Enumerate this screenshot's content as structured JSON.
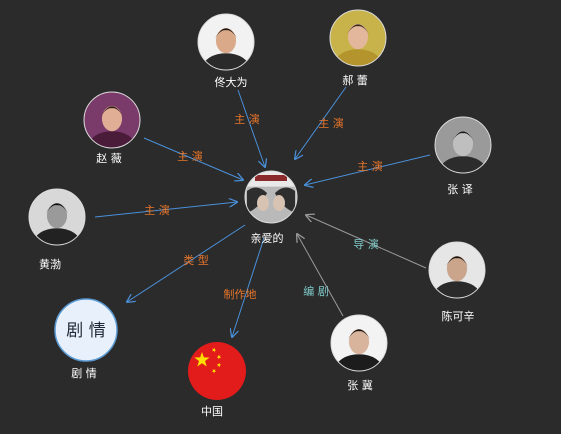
{
  "colors": {
    "background": "#2b2b2b",
    "edge_blue": "#4a90d9",
    "edge_gray": "#9a9a9a",
    "label_orange": "#e8762b",
    "label_teal": "#7ec8c8",
    "genre_fill": "#e8f1fb",
    "genre_stroke": "#5b9bd5",
    "flag_red": "#e21b1b",
    "flag_star": "#ffde00"
  },
  "center": {
    "label": "亲爱的",
    "icon": "movie-poster-avatar"
  },
  "nodes": [
    {
      "id": "tongdawei",
      "label": "佟大为",
      "kind": "person",
      "icon": "person-avatar"
    },
    {
      "id": "haolei",
      "label": "郝 蕾",
      "kind": "person",
      "icon": "person-avatar"
    },
    {
      "id": "zhaowei",
      "label": "赵 薇",
      "kind": "person",
      "icon": "person-avatar"
    },
    {
      "id": "zhangyi",
      "label": "张 译",
      "kind": "person",
      "icon": "person-avatar"
    },
    {
      "id": "huangbo",
      "label": "黄渤",
      "kind": "person",
      "icon": "person-avatar"
    },
    {
      "id": "chenkexin",
      "label": "陈可辛",
      "kind": "person",
      "icon": "person-avatar"
    },
    {
      "id": "genre",
      "label": "剧 情",
      "kind": "genre",
      "inner_text": "剧 情"
    },
    {
      "id": "zhangji",
      "label": "张 冀",
      "kind": "person",
      "icon": "person-avatar"
    },
    {
      "id": "china",
      "label": "中国",
      "kind": "country",
      "icon": "china-flag-icon"
    }
  ],
  "edges": [
    {
      "from": "tongdawei",
      "to": "center",
      "label": "主 演",
      "label_color": "orange",
      "line": "blue"
    },
    {
      "from": "haolei",
      "to": "center",
      "label": "主 演",
      "label_color": "orange",
      "line": "blue"
    },
    {
      "from": "zhaowei",
      "to": "center",
      "label": "主 演",
      "label_color": "orange",
      "line": "blue"
    },
    {
      "from": "zhangyi",
      "to": "center",
      "label": "主 演",
      "label_color": "orange",
      "line": "blue"
    },
    {
      "from": "huangbo",
      "to": "center",
      "label": "主 演",
      "label_color": "orange",
      "line": "blue"
    },
    {
      "from": "chenkexin",
      "to": "center",
      "label": "导 演",
      "label_color": "teal",
      "line": "gray"
    },
    {
      "from": "zhangji",
      "to": "center",
      "label": "编 剧",
      "label_color": "teal",
      "line": "gray"
    },
    {
      "from": "center",
      "to": "genre",
      "label": "类 型",
      "label_color": "orange",
      "line": "blue"
    },
    {
      "from": "center",
      "to": "china",
      "label": "制作地",
      "label_color": "orange",
      "line": "blue"
    }
  ]
}
